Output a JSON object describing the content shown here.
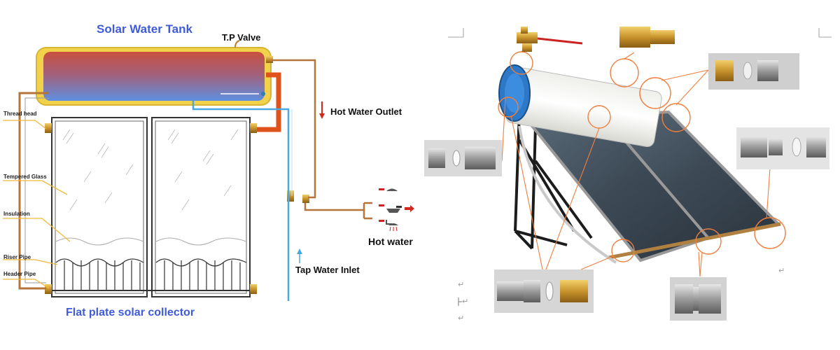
{
  "left": {
    "title_tank": "Solar Water Tank",
    "label_tp_valve": "T.P Valve",
    "label_hot_outlet": "Hot Water Outlet",
    "label_hot_water": "Hot water",
    "label_tap_inlet": "Tap Water Inlet",
    "title_collector": "Flat plate solar collector",
    "parts": {
      "thread_head": "Thread head",
      "tempered_glass": "Tempered Glass",
      "insulation": "Insulation",
      "riser_pipe": "Riser Pipe",
      "header_pipe": "Header Pipe"
    },
    "colors": {
      "title_blue": "#3f5bd9",
      "hot_pipe": "#e0521b",
      "cold_pipe": "#4aa8e0",
      "tank_shell": "#f2d24a"
    }
  },
  "right": {
    "return_marks": [
      "↵",
      "↵",
      "↵",
      "↵"
    ]
  }
}
